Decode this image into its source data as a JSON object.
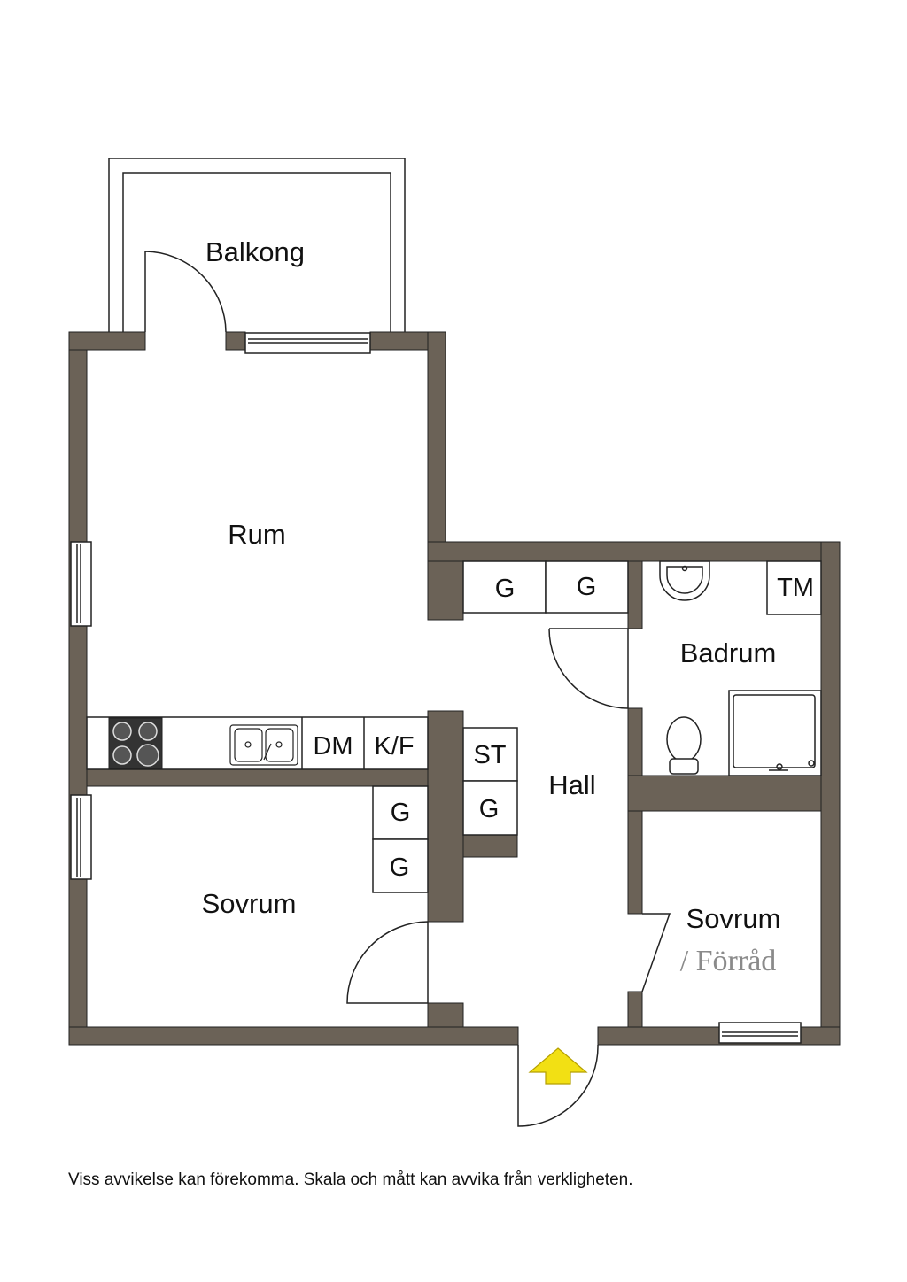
{
  "colors": {
    "wall": "#6b6257",
    "line": "#222222",
    "arrow": "#f2e014"
  },
  "rooms": {
    "balcony": "Balkong",
    "living": "Rum",
    "bathroom": "Badrum",
    "hall": "Hall",
    "bedroom_left": "Sovrum",
    "bedroom_right": "Sovrum",
    "bedroom_right_alt": "/ Förråd"
  },
  "fixtures": {
    "wardrobe": "G",
    "washer": "TM",
    "dishwasher": "DM",
    "fridge_freezer": "K/F",
    "linen": "ST"
  },
  "icons": {
    "entrance": "entrance-arrow-icon",
    "stove": "stove-icon",
    "sink": "sink-icon",
    "washbasin": "washbasin-icon",
    "toilet": "toilet-icon",
    "shower": "shower-icon"
  },
  "disclaimer": "Viss avvikelse kan förekomma. Skala och mått kan avvika från verkligheten."
}
